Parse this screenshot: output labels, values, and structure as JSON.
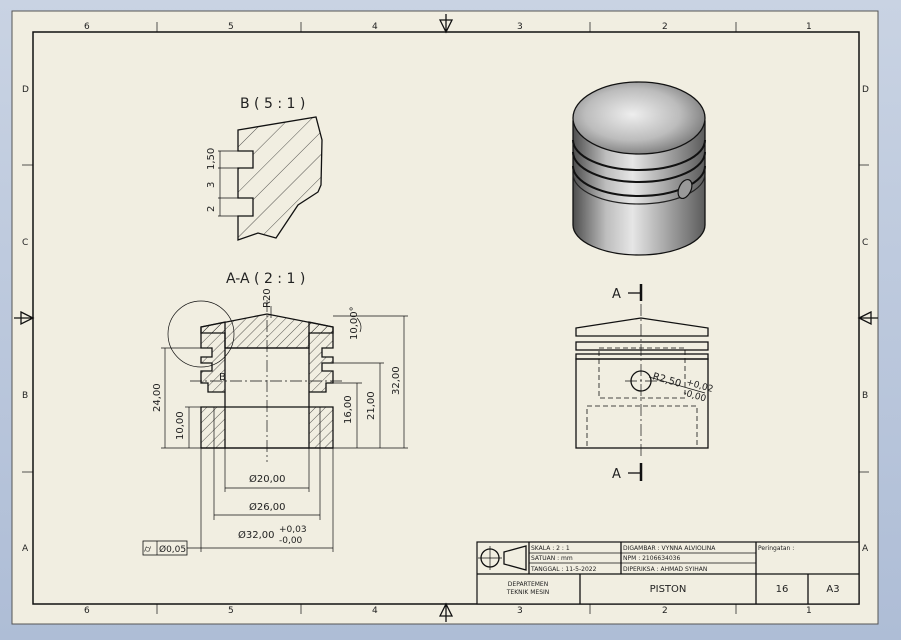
{
  "border": {
    "columns": [
      "6",
      "5",
      "4",
      "3",
      "2",
      "1"
    ],
    "rows": [
      "D",
      "C",
      "B",
      "A"
    ]
  },
  "views": {
    "detail_title": "B ( 5 : 1 )",
    "detail_dims": [
      "1,50",
      "3",
      "2"
    ],
    "section_title": "A-A ( 2 : 1 )",
    "section_dims": {
      "radius": "R20",
      "angle": "10,00°",
      "height_total": "32,00",
      "height_21": "21,00",
      "height_16": "16,00",
      "height_24": "24,00",
      "height_10": "10,00",
      "dia_20": "Ø20,00",
      "dia_26": "Ø26,00",
      "dia_32": "Ø32,00",
      "tol_upper": "+0,03",
      "tol_lower": "-0,00",
      "cyl_symbol": "⌭",
      "cyl_tol": "Ø0,05",
      "detail_marker": "B"
    },
    "front_dims": {
      "section_marker": "A",
      "radius": "R2,50",
      "tol_upper": "+0,02",
      "tol_lower": "-0,00"
    }
  },
  "title_block": {
    "skala": "SKALA      : 2 : 1",
    "satuan": "SATUAN    : mm",
    "tanggal": "TANGGAL : 11-5-2022",
    "digambar": "DIGAMBAR : VYNNA ALVIOLINA",
    "npm": "NPM          : 2106634036",
    "diperiksa": "DIPERIKSA : AHMAD SYIHAN",
    "peringatan": "Peringatan :",
    "dept_1": "DEPARTEMEN",
    "dept_2": "TEKNIK MESIN",
    "part_name": "PISTON",
    "number": "16",
    "paper": "A3"
  }
}
